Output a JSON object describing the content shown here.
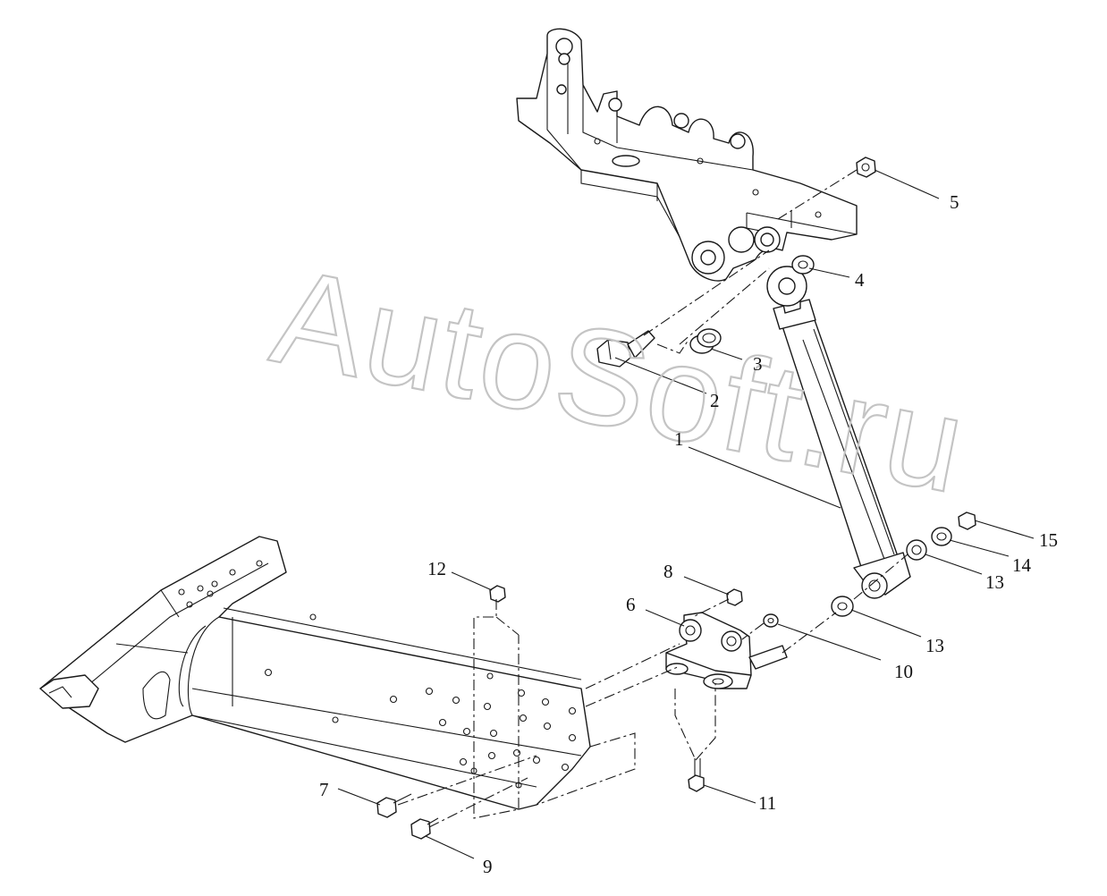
{
  "watermark": "AutoSoft.ru",
  "callouts": [
    {
      "id": "c1",
      "text": "1"
    },
    {
      "id": "c2",
      "text": "2"
    },
    {
      "id": "c3",
      "text": "3"
    },
    {
      "id": "c4",
      "text": "4"
    },
    {
      "id": "c5",
      "text": "5"
    },
    {
      "id": "c6",
      "text": "6"
    },
    {
      "id": "c7",
      "text": "7"
    },
    {
      "id": "c8",
      "text": "8"
    },
    {
      "id": "c9",
      "text": "9"
    },
    {
      "id": "c10",
      "text": "10"
    },
    {
      "id": "c11",
      "text": "11"
    },
    {
      "id": "c12",
      "text": "12"
    },
    {
      "id": "c13a",
      "text": "13"
    },
    {
      "id": "c13b",
      "text": "13"
    },
    {
      "id": "c14",
      "text": "14"
    },
    {
      "id": "c15",
      "text": "15"
    }
  ]
}
